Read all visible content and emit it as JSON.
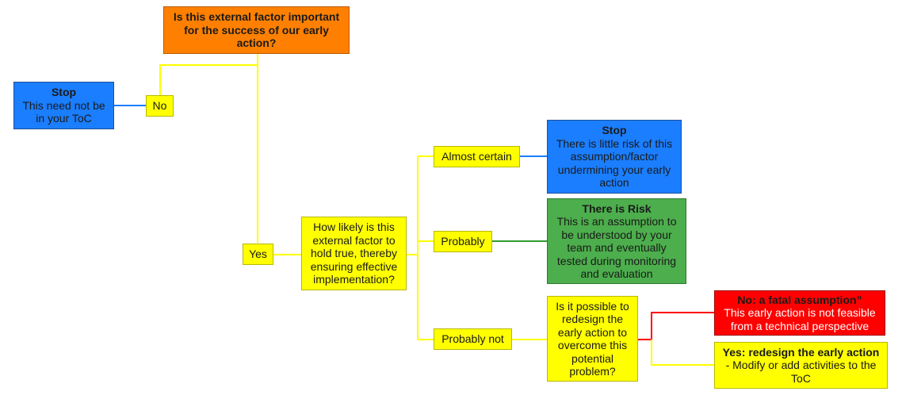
{
  "nodes": {
    "question_important": {
      "title": "Is this external factor important for the success of our early action?"
    },
    "no": {
      "label": "No"
    },
    "stop_need": {
      "title": "Stop",
      "text": "This need not be in your ToC"
    },
    "yes": {
      "label": "Yes"
    },
    "question_likely": {
      "text": "How likely is this external factor to hold true, thereby ensuring effective implementation?"
    },
    "almost_certain": {
      "label": "Almost certain"
    },
    "probably": {
      "label": "Probably"
    },
    "probably_not": {
      "label": "Probably not"
    },
    "stop_little_risk": {
      "title": "Stop",
      "text": "There is little risk of this assumption/factor undermining your early action"
    },
    "there_is_risk": {
      "title": "There is Risk",
      "text": "This is an assumption to be understood by your team and eventually tested during monitoring and evaluation"
    },
    "question_redesign": {
      "text": "Is it possible to redesign the early action to overcome this potential problem?"
    },
    "fatal": {
      "title": "No: a fatal assumption”",
      "text": "This early action is not feasible from a technical perspective"
    },
    "redesign": {
      "title": "Yes: redesign the early action",
      "text": "- Modify or add activities to the ToC"
    }
  },
  "colors": {
    "orange": "#ff8000",
    "blue": "#1a7eff",
    "green": "#4cae4c",
    "red": "#ff0000",
    "yellow": "#ffff00",
    "connector_yellow": "#ffff00",
    "connector_blue": "#1a7eff",
    "connector_green": "#2e9a2e",
    "connector_red": "#ff0000"
  }
}
